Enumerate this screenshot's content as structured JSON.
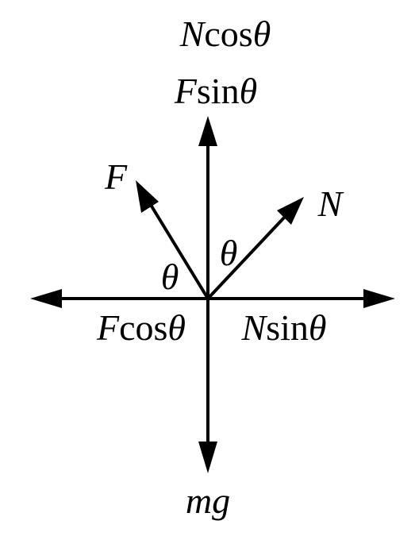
{
  "labels": {
    "top_upper": {
      "var": "N",
      "func": "cos",
      "angle": "θ"
    },
    "top_lower": {
      "var": "F",
      "func": "sin",
      "angle": "θ"
    },
    "force_f": "F",
    "force_n": "N",
    "angle_left": "θ",
    "angle_right": "θ",
    "left_component": {
      "var": "F",
      "func": "cos",
      "angle": "θ"
    },
    "right_component": {
      "var": "N",
      "func": "sin",
      "angle": "θ"
    },
    "weight": "mg"
  },
  "colors": {
    "ink": "#000000",
    "background": "#ffffff"
  }
}
